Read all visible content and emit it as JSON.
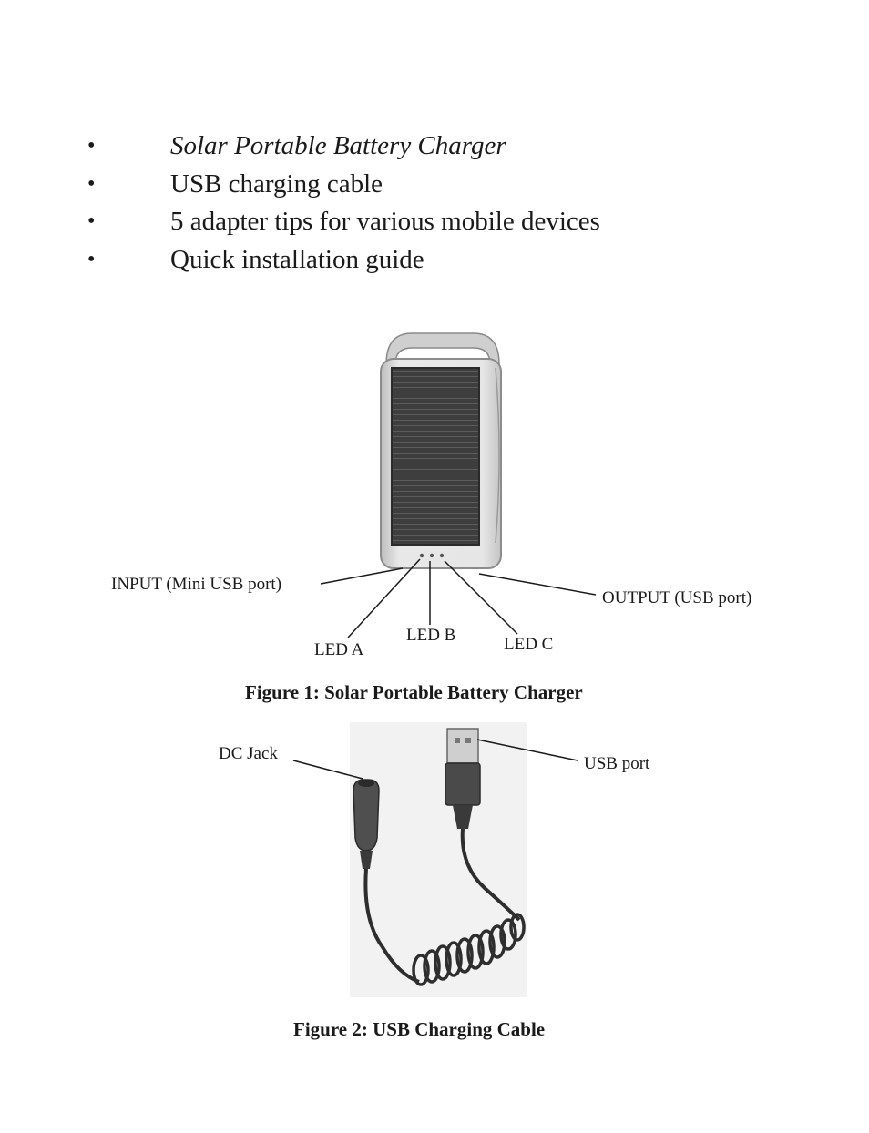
{
  "bullets": [
    {
      "text": "Solar Portable Battery Charger",
      "italic": true
    },
    {
      "text": "USB charging cable",
      "italic": false
    },
    {
      "text": "5 adapter tips for various mobile devices",
      "italic": false
    },
    {
      "text": "Quick installation guide",
      "italic": false
    }
  ],
  "bullet_symbol": "•",
  "figure1": {
    "caption": "Figure 1:  Solar Portable Battery Charger",
    "labels": {
      "input": "INPUT (Mini USB port)",
      "output": "OUTPUT (USB port)",
      "led_a": "LED A",
      "led_b": "LED B",
      "led_c": "LED C"
    }
  },
  "figure2": {
    "caption": "Figure 2: USB Charging Cable",
    "labels": {
      "dc_jack": "DC Jack",
      "usb_port": "USB port"
    }
  }
}
